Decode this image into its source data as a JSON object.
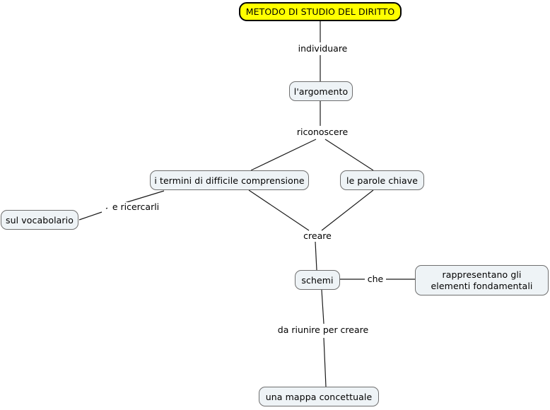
{
  "diagram": {
    "title": "METODO DI STUDIO DEL DIRITTO",
    "type": "concept-map",
    "background_color": "#ffffff",
    "root_fill_color": "#ffff00",
    "node_fill_color": "#eef3f6",
    "node_border_color": "#6f6f6f",
    "edge_color": "#1a1a1a",
    "nodes": [
      {
        "id": "root",
        "label": "METODO DI STUDIO DEL DIRITTO"
      },
      {
        "id": "argomento",
        "label": "l'argomento"
      },
      {
        "id": "termini",
        "label": "i termini di difficile comprensione"
      },
      {
        "id": "parole",
        "label": "le parole chiave"
      },
      {
        "id": "vocabolario",
        "label": "sul vocabolario"
      },
      {
        "id": "schemi",
        "label": "schemi"
      },
      {
        "id": "rappresentano",
        "label": "rappresentano gli elementi fondamentali"
      },
      {
        "id": "mappa",
        "label": "una mappa concettuale"
      }
    ],
    "edge_labels": [
      {
        "id": "individuare",
        "label": "individuare"
      },
      {
        "id": "riconoscere",
        "label": "riconoscere"
      },
      {
        "id": "ricercarli",
        "label": "e ricercarli"
      },
      {
        "id": "creare",
        "label": "creare"
      },
      {
        "id": "che",
        "label": "che"
      },
      {
        "id": "riunire",
        "label": "da riunire per creare"
      }
    ]
  }
}
